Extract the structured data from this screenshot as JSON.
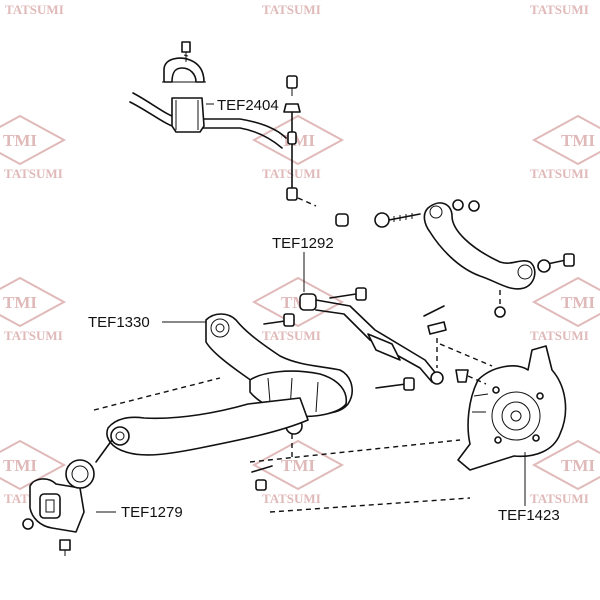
{
  "watermark": {
    "logo_text": "TMI",
    "brand_text": "TATSUMI",
    "color": "#e0b9b9"
  },
  "parts": [
    {
      "id": "stabilizer-bushing",
      "label": "TEF2404"
    },
    {
      "id": "lateral-link",
      "label": "TEF1292"
    },
    {
      "id": "trailing-arm-bushing",
      "label": "TEF1330"
    },
    {
      "id": "rear-bushing",
      "label": "TEF1279"
    },
    {
      "id": "knuckle",
      "label": "TEF1423"
    }
  ],
  "colors": {
    "line": "#111111",
    "background": "#ffffff"
  }
}
